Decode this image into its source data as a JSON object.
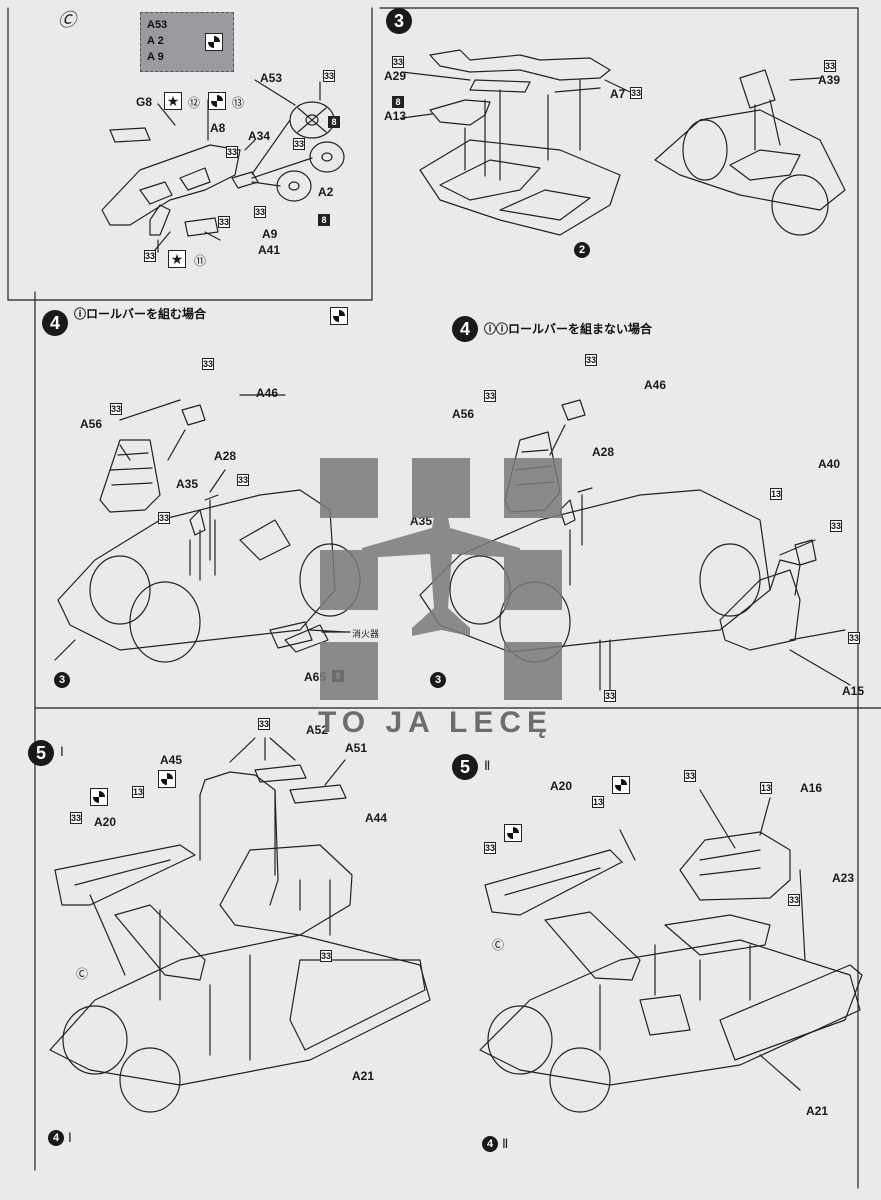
{
  "panels": {
    "c": {
      "marker": "Ⓒ",
      "circled_12": "⑫",
      "circled_13": "⑬",
      "circled_11": "⑪"
    },
    "step3": {
      "number": "3",
      "ref_step": "2"
    },
    "step4a": {
      "number": "4",
      "heading": "ⓘロールバーを組む場合",
      "ref_step": "3"
    },
    "step4b": {
      "number": "4",
      "heading": "ⓘⓘロールバーを組まない場合",
      "ref_step": "3"
    },
    "step5a": {
      "number": "5",
      "roman": "Ⅰ",
      "ref_step": "4",
      "ref_roman": "Ⅰ",
      "sub_c": "Ⓒ"
    },
    "step5b": {
      "number": "5",
      "roman": "Ⅱ",
      "ref_step": "4",
      "ref_roman": "Ⅱ",
      "sub_c": "Ⓒ"
    }
  },
  "callout": {
    "lines": [
      "A53",
      "A 2",
      "A 9"
    ]
  },
  "labels": {
    "g8": "G8",
    "a8": "A8",
    "a34": "A34",
    "a53": "A53",
    "a2": "A2",
    "a9": "A9",
    "a41": "A41",
    "a29": "A29",
    "a13": "A13",
    "a7": "A7",
    "a39": "A39",
    "a46_l": "A46",
    "a56_l": "A56",
    "a28_l": "A28",
    "a35_l": "A35",
    "a65": "A65",
    "a46_r": "A46",
    "a56_r": "A56",
    "a28_r": "A28",
    "a35_r": "A35",
    "a40": "A40",
    "a15": "A15",
    "a52": "A52",
    "a51": "A51",
    "a45": "A45",
    "a44": "A44",
    "a20_l": "A20",
    "a21_l": "A21",
    "a20_r": "A20",
    "a16": "A16",
    "a23": "A23",
    "a21_r": "A21",
    "extinguisher": "消火器"
  },
  "codes": {
    "c33": "33",
    "c8": "8",
    "c13": "13"
  },
  "watermark": {
    "text": "TO JA LECĘ"
  }
}
